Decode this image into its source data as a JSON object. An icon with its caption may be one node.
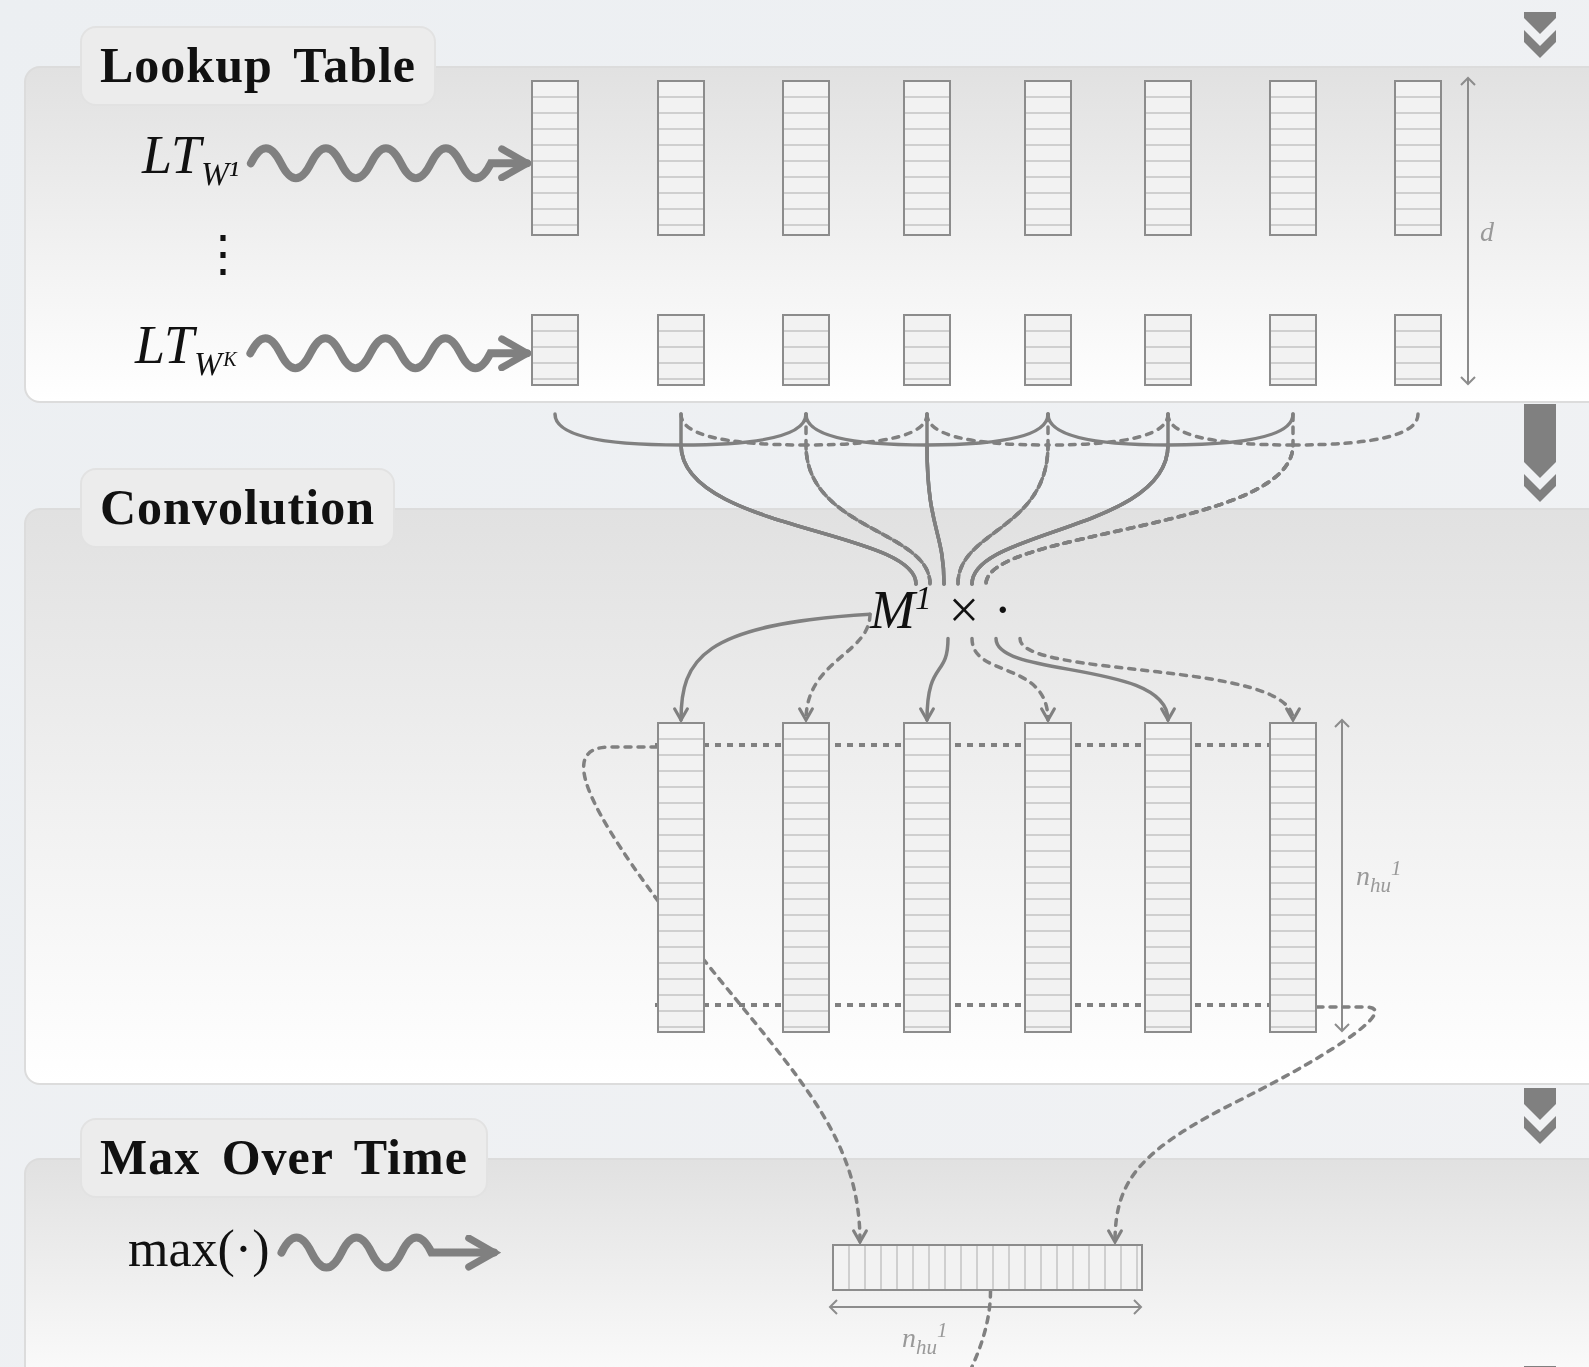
{
  "diagram": {
    "nodes": [
      {
        "text": [
          "Lookup Table"
        ]
      },
      {
        "text": [
          "LT$_{W¹}$"
        ],
        "in": 0
      },
      {
        "text": [
          "LT$_{Wᴷ}$"
        ],
        "in": 0
      },
      {
        "text": [],
        "shape": "bar",
        "in": 0
      },
      {
        "text": [],
        "shape": "bar",
        "in": 0
      },
      {
        "text": [],
        "shape": "bar",
        "in": 0
      },
      {
        "text": [],
        "shape": "bar",
        "in": 0
      },
      {
        "text": [],
        "shape": "bar",
        "in": 0
      },
      {
        "text": [],
        "shape": "bar",
        "in": 0
      },
      {
        "text": [],
        "shape": "bar",
        "in": 0
      },
      {
        "text": [],
        "shape": "bar",
        "in": 0
      },
      {
        "text": [],
        "shape": "bar",
        "in": 0
      },
      {
        "text": [],
        "shape": "bar",
        "in": 0
      },
      {
        "text": [],
        "shape": "bar",
        "in": 0
      },
      {
        "text": [],
        "shape": "bar",
        "in": 0
      },
      {
        "text": [],
        "shape": "bar",
        "in": 0
      },
      {
        "text": [],
        "shape": "bar",
        "in": 0
      },
      {
        "text": [],
        "shape": "bar",
        "in": 0
      },
      {
        "text": [],
        "shape": "bar",
        "in": 0
      },
      {
        "text": [
          "Convolution"
        ]
      },
      {
        "text": [
          "M$^{1}$ × ·"
        ],
        "in": 19
      },
      {
        "text": [],
        "shape": "bar",
        "in": 19
      },
      {
        "text": [],
        "shape": "bar",
        "in": 19
      },
      {
        "text": [],
        "shape": "bar",
        "in": 19
      },
      {
        "text": [],
        "shape": "bar",
        "in": 19
      },
      {
        "text": [],
        "shape": "bar",
        "in": 19
      },
      {
        "text": [],
        "shape": "bar",
        "in": 19
      },
      {
        "text": [
          "Max Over Time"
        ]
      },
      {
        "text": [
          "max(·)"
        ],
        "in": 27
      },
      {
        "text": [],
        "shape": "bar",
        "in": 27
      }
    ],
    "edges": [
      {
        "from": 1,
        "to": 3,
        "arrow": "to",
        "style": "thick"
      },
      {
        "from": 2,
        "to": 11,
        "arrow": "to",
        "style": "thick"
      },
      {
        "from": 11,
        "to": 20,
        "arrow": "none"
      },
      {
        "from": 12,
        "to": 20,
        "arrow": "none"
      },
      {
        "from": 13,
        "to": 20,
        "arrow": "none"
      },
      {
        "from": 12,
        "to": 20,
        "arrow": "none",
        "style": "dashed"
      },
      {
        "from": 13,
        "to": 20,
        "arrow": "none",
        "style": "dashed"
      },
      {
        "from": 14,
        "to": 20,
        "arrow": "none",
        "style": "dashed"
      },
      {
        "from": 13,
        "to": 20,
        "arrow": "none"
      },
      {
        "from": 14,
        "to": 20,
        "arrow": "none"
      },
      {
        "from": 15,
        "to": 20,
        "arrow": "none"
      },
      {
        "from": 14,
        "to": 20,
        "arrow": "none",
        "style": "dashed"
      },
      {
        "from": 15,
        "to": 20,
        "arrow": "none",
        "style": "dashed"
      },
      {
        "from": 16,
        "to": 20,
        "arrow": "none",
        "style": "dashed"
      },
      {
        "from": 15,
        "to": 20,
        "arrow": "none"
      },
      {
        "from": 16,
        "to": 20,
        "arrow": "none"
      },
      {
        "from": 17,
        "to": 20,
        "arrow": "none"
      },
      {
        "from": 16,
        "to": 20,
        "arrow": "none",
        "style": "dashed"
      },
      {
        "from": 17,
        "to": 20,
        "arrow": "none",
        "style": "dashed"
      },
      {
        "from": 18,
        "to": 20,
        "arrow": "none",
        "style": "dashed"
      },
      {
        "from": 20,
        "to": 21,
        "arrow": "to"
      },
      {
        "from": 20,
        "to": 22,
        "arrow": "to",
        "style": "dashed"
      },
      {
        "from": 20,
        "to": 23,
        "arrow": "to"
      },
      {
        "from": 20,
        "to": 24,
        "arrow": "to",
        "style": "dashed"
      },
      {
        "from": 20,
        "to": 25,
        "arrow": "to"
      },
      {
        "from": 20,
        "to": 26,
        "arrow": "to",
        "style": "dashed"
      },
      {
        "from": 21,
        "to": 29,
        "arrow": "to",
        "style": "dashed"
      },
      {
        "from": 26,
        "to": 29,
        "arrow": "to",
        "style": "dashed"
      },
      {
        "from": 29,
        "to": null,
        "arrow": "none",
        "style": "dashed"
      },
      {
        "from": 28,
        "to": null,
        "arrow": "to",
        "style": "thick"
      }
    ],
    "labels": [
      "⋮",
      "d",
      "n$_{hu}$$^{1}$",
      "n$_{hu}$$^{1}$"
    ]
  }
}
